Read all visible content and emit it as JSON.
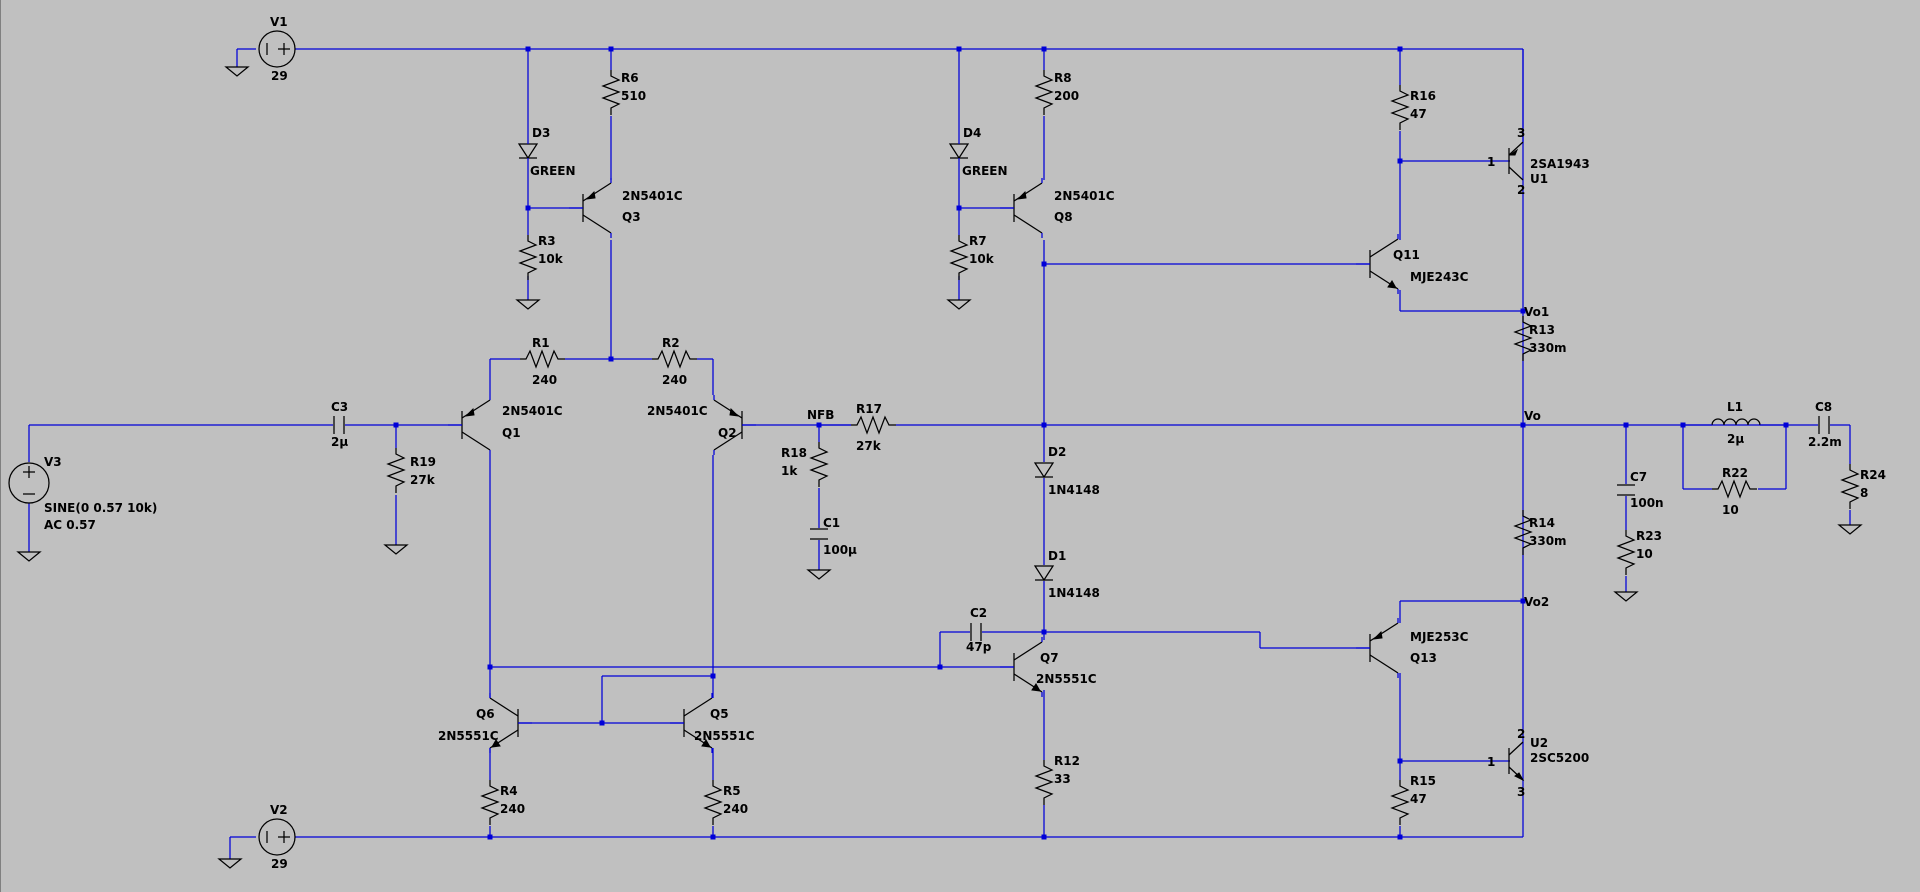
{
  "window": {
    "background": "#c0c0c0",
    "wire_color": "#0000d8"
  },
  "sources": {
    "V1": {
      "name": "V1",
      "value": "29"
    },
    "V2": {
      "name": "V2",
      "value": "29"
    },
    "V3": {
      "name": "V3",
      "value": "SINE(0 0.57 10k)",
      "ac": "AC 0.57"
    }
  },
  "resistors": {
    "R1": {
      "name": "R1",
      "value": "240"
    },
    "R2": {
      "name": "R2",
      "value": "240"
    },
    "R3": {
      "name": "R3",
      "value": "10k"
    },
    "R4": {
      "name": "R4",
      "value": "240"
    },
    "R5": {
      "name": "R5",
      "value": "240"
    },
    "R6": {
      "name": "R6",
      "value": "510"
    },
    "R7": {
      "name": "R7",
      "value": "10k"
    },
    "R8": {
      "name": "R8",
      "value": "200"
    },
    "R12": {
      "name": "R12",
      "value": "33"
    },
    "R13": {
      "name": "R13",
      "value": "330m"
    },
    "R14": {
      "name": "R14",
      "value": "330m"
    },
    "R15": {
      "name": "R15",
      "value": "47"
    },
    "R16": {
      "name": "R16",
      "value": "47"
    },
    "R17": {
      "name": "R17",
      "value": "27k"
    },
    "R18": {
      "name": "R18",
      "value": "1k"
    },
    "R19": {
      "name": "R19",
      "value": "27k"
    },
    "R22": {
      "name": "R22",
      "value": "10"
    },
    "R23": {
      "name": "R23",
      "value": "10"
    },
    "R24": {
      "name": "R24",
      "value": "8"
    }
  },
  "capacitors": {
    "C1": {
      "name": "C1",
      "value": "100µ"
    },
    "C2": {
      "name": "C2",
      "value": "47p"
    },
    "C3": {
      "name": "C3",
      "value": "2µ"
    },
    "C7": {
      "name": "C7",
      "value": "100n"
    },
    "C8": {
      "name": "C8",
      "value": "2.2m"
    }
  },
  "inductors": {
    "L1": {
      "name": "L1",
      "value": "2µ"
    }
  },
  "diodes": {
    "D1": {
      "name": "D1",
      "value": "1N4148"
    },
    "D2": {
      "name": "D2",
      "value": "1N4148"
    },
    "D3": {
      "name": "D3",
      "value": "GREEN"
    },
    "D4": {
      "name": "D4",
      "value": "GREEN"
    }
  },
  "transistors": {
    "Q1": {
      "name": "Q1",
      "model": "2N5401C"
    },
    "Q2": {
      "name": "Q2",
      "model": "2N5401C"
    },
    "Q3": {
      "name": "Q3",
      "model": "2N5401C"
    },
    "Q5": {
      "name": "Q5",
      "model": "2N5551C"
    },
    "Q6": {
      "name": "Q6",
      "model": "2N5551C"
    },
    "Q7": {
      "name": "Q7",
      "model": "2N5551C"
    },
    "Q8": {
      "name": "Q8",
      "model": "2N5401C"
    },
    "Q11": {
      "name": "Q11",
      "model": "MJE243C"
    },
    "Q13": {
      "name": "Q13",
      "model": "MJE253C"
    },
    "U1": {
      "name": "U1",
      "model": "2SA1943",
      "pins": [
        "1",
        "2",
        "3"
      ]
    },
    "U2": {
      "name": "U2",
      "model": "2SC5200",
      "pins": [
        "1",
        "2",
        "3"
      ]
    }
  },
  "nets": {
    "NFB": "NFB",
    "Vo": "Vo",
    "Vo1": "Vo1",
    "Vo2": "Vo2"
  }
}
